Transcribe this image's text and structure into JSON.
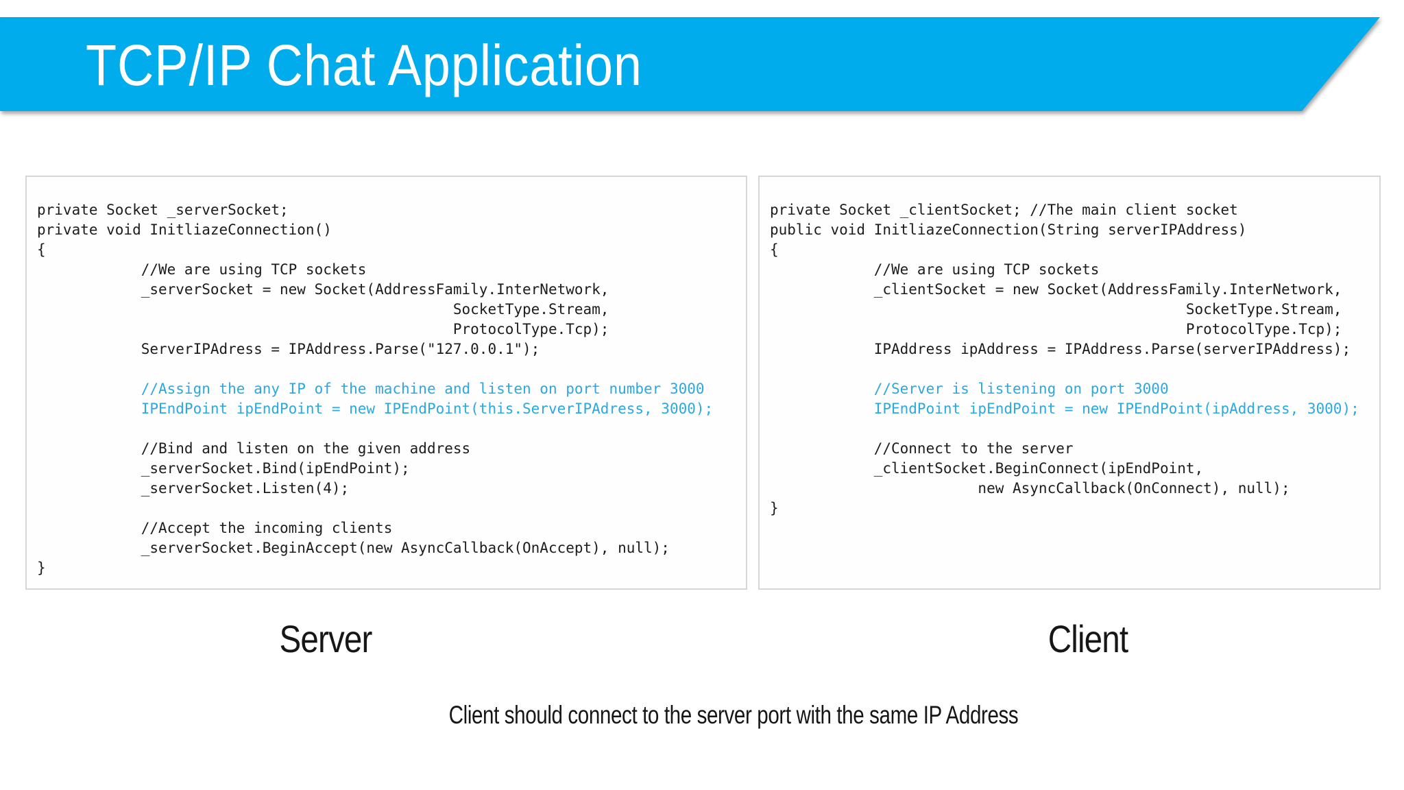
{
  "slide": {
    "title": "TCP/IP Chat Application",
    "caption": "Client should connect to the server port with the same IP Address"
  },
  "colors": {
    "banner_blue": "#00ACEC",
    "code_highlight_blue": "#2BA8E0",
    "code_text": "#1c1c1c",
    "box_border": "#d6d6d8"
  },
  "server_panel": {
    "label": "Server",
    "code": [
      {
        "text": "private Socket _serverSocket;",
        "highlight": false
      },
      {
        "text": "private void InitliazeConnection()",
        "highlight": false
      },
      {
        "text": "{",
        "highlight": false
      },
      {
        "text": "            //We are using TCP sockets",
        "highlight": false
      },
      {
        "text": "            _serverSocket = new Socket(AddressFamily.InterNetwork,",
        "highlight": false
      },
      {
        "text": "                                                SocketType.Stream,",
        "highlight": false
      },
      {
        "text": "                                                ProtocolType.Tcp);",
        "highlight": false
      },
      {
        "text": "            ServerIPAdress = IPAddress.Parse(\"127.0.0.1\");",
        "highlight": false
      },
      {
        "text": "",
        "highlight": false
      },
      {
        "text": "            //Assign the any IP of the machine and listen on port number 3000",
        "highlight": true
      },
      {
        "text": "            IPEndPoint ipEndPoint = new IPEndPoint(this.ServerIPAdress, 3000);",
        "highlight": true
      },
      {
        "text": "",
        "highlight": false
      },
      {
        "text": "            //Bind and listen on the given address",
        "highlight": false
      },
      {
        "text": "            _serverSocket.Bind(ipEndPoint);",
        "highlight": false
      },
      {
        "text": "            _serverSocket.Listen(4);",
        "highlight": false
      },
      {
        "text": "",
        "highlight": false
      },
      {
        "text": "            //Accept the incoming clients",
        "highlight": false
      },
      {
        "text": "            _serverSocket.BeginAccept(new AsyncCallback(OnAccept), null);",
        "highlight": false
      },
      {
        "text": "}",
        "highlight": false
      }
    ]
  },
  "client_panel": {
    "label": "Client",
    "code": [
      {
        "text": "private Socket _clientSocket; //The main client socket",
        "highlight": false
      },
      {
        "text": "public void InitliazeConnection(String serverIPAddress)",
        "highlight": false
      },
      {
        "text": "{",
        "highlight": false
      },
      {
        "text": "            //We are using TCP sockets",
        "highlight": false
      },
      {
        "text": "            _clientSocket = new Socket(AddressFamily.InterNetwork,",
        "highlight": false
      },
      {
        "text": "                                                SocketType.Stream,",
        "highlight": false
      },
      {
        "text": "                                                ProtocolType.Tcp);",
        "highlight": false
      },
      {
        "text": "            IPAddress ipAddress = IPAddress.Parse(serverIPAddress);",
        "highlight": false
      },
      {
        "text": "",
        "highlight": false
      },
      {
        "text": "            //Server is listening on port 3000",
        "highlight": true
      },
      {
        "text": "            IPEndPoint ipEndPoint = new IPEndPoint(ipAddress, 3000);",
        "highlight": true
      },
      {
        "text": "",
        "highlight": false
      },
      {
        "text": "            //Connect to the server",
        "highlight": false
      },
      {
        "text": "            _clientSocket.BeginConnect(ipEndPoint,",
        "highlight": false
      },
      {
        "text": "                        new AsyncCallback(OnConnect), null);",
        "highlight": false
      },
      {
        "text": "}",
        "highlight": false
      }
    ]
  }
}
